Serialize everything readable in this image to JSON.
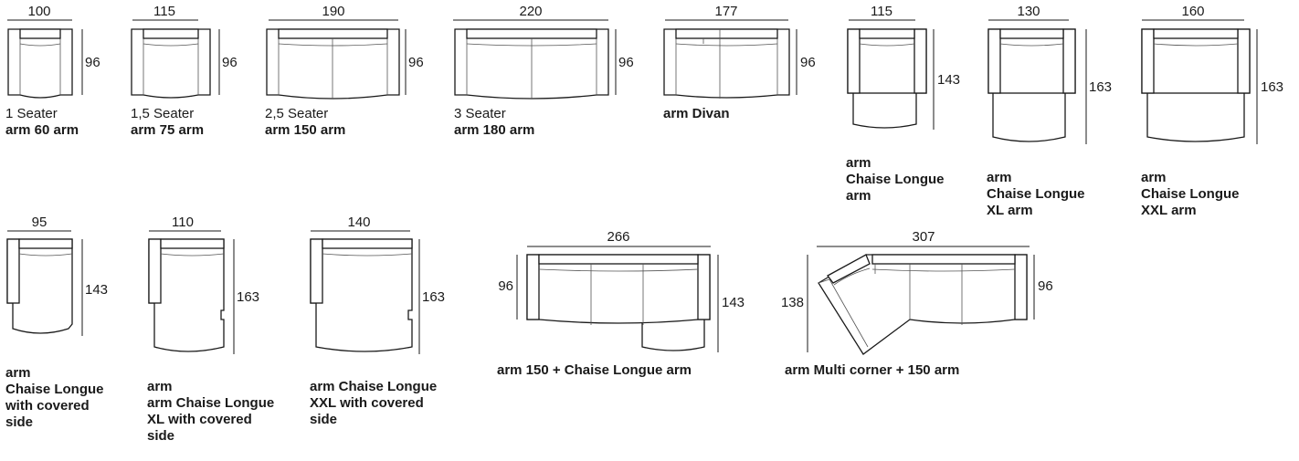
{
  "colors": {
    "line": "#1a1a1a",
    "background": "#ffffff"
  },
  "items": [
    {
      "id": "m1",
      "width": "100",
      "depth": "96",
      "name": "1 Seater",
      "label": "arm 60 arm"
    },
    {
      "id": "m2",
      "width": "115",
      "depth": "96",
      "name": "1,5 Seater",
      "label": "arm 75 arm"
    },
    {
      "id": "m3",
      "width": "190",
      "depth": "96",
      "name": "2,5 Seater",
      "label": "arm 150 arm"
    },
    {
      "id": "m4",
      "width": "220",
      "depth": "96",
      "name": "3 Seater",
      "label": "arm 180 arm"
    },
    {
      "id": "m5",
      "width": "177",
      "depth": "96",
      "name": "",
      "label": "arm Divan"
    },
    {
      "id": "m6",
      "width": "115",
      "depth": "143",
      "name": "",
      "label": "arm\nChaise Longue\narm"
    },
    {
      "id": "m7",
      "width": "130",
      "depth": "163",
      "name": "",
      "label": "arm\nChaise Longue\nXL arm"
    },
    {
      "id": "m8",
      "width": "160",
      "depth": "163",
      "name": "",
      "label": "arm\nChaise Longue\nXXL arm"
    },
    {
      "id": "m9",
      "width": "95",
      "depth": "143",
      "name": "",
      "label": "arm\nChaise Longue\nwith covered\nside"
    },
    {
      "id": "m10",
      "width": "110",
      "depth": "163",
      "name": "",
      "label": "arm\narm Chaise Longue\nXL with covered\nside"
    },
    {
      "id": "m11",
      "width": "140",
      "depth": "163",
      "name": "",
      "label": "arm Chaise Longue\nXXL with covered\nside"
    },
    {
      "id": "m12",
      "width": "266",
      "depth": "143",
      "depth_left": "96",
      "name": "",
      "label": "arm 150 + Chaise Longue arm"
    },
    {
      "id": "m13",
      "width": "307",
      "depth": "96",
      "depth_left": "138",
      "name": "",
      "label": "arm Multi corner + 150 arm"
    }
  ]
}
